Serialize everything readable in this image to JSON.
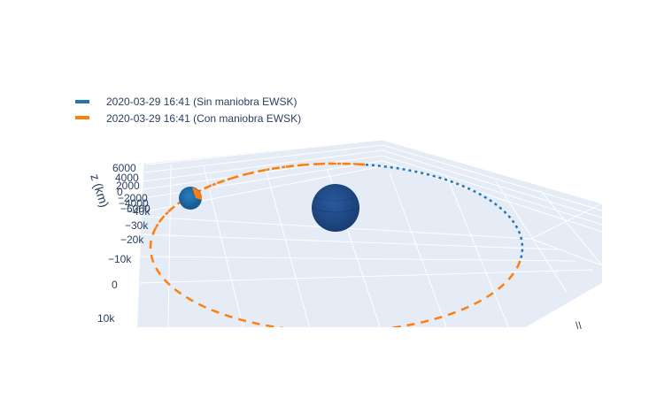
{
  "chart_data": {
    "type": "scatter3d",
    "legend": {
      "placement": "top-left",
      "entries": [
        {
          "label": "2020-03-29 16:41 (Sin maniobra EWSK)",
          "color": "#1f77b4",
          "style": "dotted"
        },
        {
          "label": "2020-03-29 16:41 (Con maniobra EWSK)",
          "color": "#ff7f0e",
          "style": "dashed"
        }
      ]
    },
    "z_axis": {
      "title": "z (km)",
      "ticks": [
        "6000",
        "4000",
        "2000",
        "0",
        "−2000",
        "−4000",
        "−6000"
      ]
    },
    "y_axis": {
      "ticks": [
        "−40k",
        "−30k",
        "−20k",
        "−10k",
        "0",
        "10k"
      ]
    },
    "bodies": [
      {
        "name": "earth",
        "color": "#1f4e8c"
      },
      {
        "name": "moon",
        "color": "#1f77b4"
      }
    ],
    "scene": {
      "background": "#e5ecf6",
      "grid": true
    }
  }
}
